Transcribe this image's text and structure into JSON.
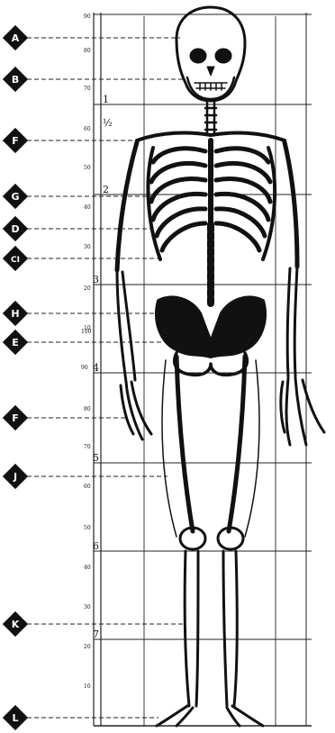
{
  "markers": [
    "A",
    "B",
    "F",
    "G",
    "D",
    "CI",
    "H",
    "E",
    "F",
    "J",
    "K",
    "L"
  ],
  "scale_numbers": [
    "1",
    "½",
    "2",
    "3",
    "4",
    "5",
    "6",
    "7"
  ],
  "ruler_labels": [
    "90",
    "80",
    "70",
    "60",
    "50",
    "40",
    "30",
    "20",
    "10",
    "100",
    "90",
    "80",
    "70",
    "60",
    "50",
    "40",
    "30",
    "20",
    "10"
  ],
  "colors": {
    "ink": "#111111",
    "paper": "#ffffff",
    "marker_text": "#ffffff"
  }
}
